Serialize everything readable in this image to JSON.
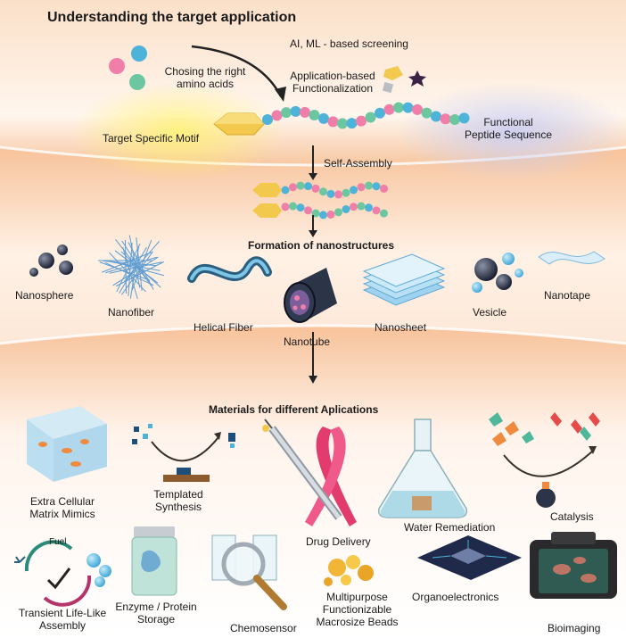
{
  "header": {
    "title": "Understanding the target application",
    "screening": "AI, ML - based screening",
    "amino_line1": "Chosing the right",
    "amino_line2": "amino acids",
    "func_line1": "Application-based",
    "func_line2": "Functionalization",
    "motif": "Target Specific Motif",
    "sequence_line1": "Functional",
    "sequence_line2": "Peptide Sequence"
  },
  "assembly": {
    "label": "Self-Assembly"
  },
  "nano": {
    "title": "Formation of nanostructures",
    "items": [
      "Nanosphere",
      "Nanofiber",
      "Helical Fiber",
      "Nanotube",
      "Nanosheet",
      "Vesicle",
      "Nanotape"
    ]
  },
  "apps": {
    "title": "Materials for different Aplications",
    "ecm_line1": "Extra Cellular",
    "ecm_line2": "Matrix Mimics",
    "templated_line1": "Templated",
    "templated_line2": "Synthesis",
    "drug": "Drug Delivery",
    "water": "Water Remediation",
    "catalysis": "Catalysis",
    "fuel": "Fuel",
    "transient_line1": "Transient Life-Like",
    "transient_line2": "Assembly",
    "enzyme_line1": "Enzyme / Protein",
    "enzyme_line2": "Storage",
    "chemosensor": "Chemosensor",
    "beads_line1": "Multipurpose",
    "beads_line2": "Functionizable",
    "beads_line3": "Macrosize Beads",
    "organo": "Organoelectronics",
    "bioimaging": "Bioimaging"
  },
  "colors": {
    "band": "#f9c9a3",
    "fade": "#fff3ea",
    "bead_blue": "#4db3d9",
    "bead_pink": "#ef7ea8",
    "bead_green": "#6cc7a0",
    "motif": "#f2c94c"
  }
}
